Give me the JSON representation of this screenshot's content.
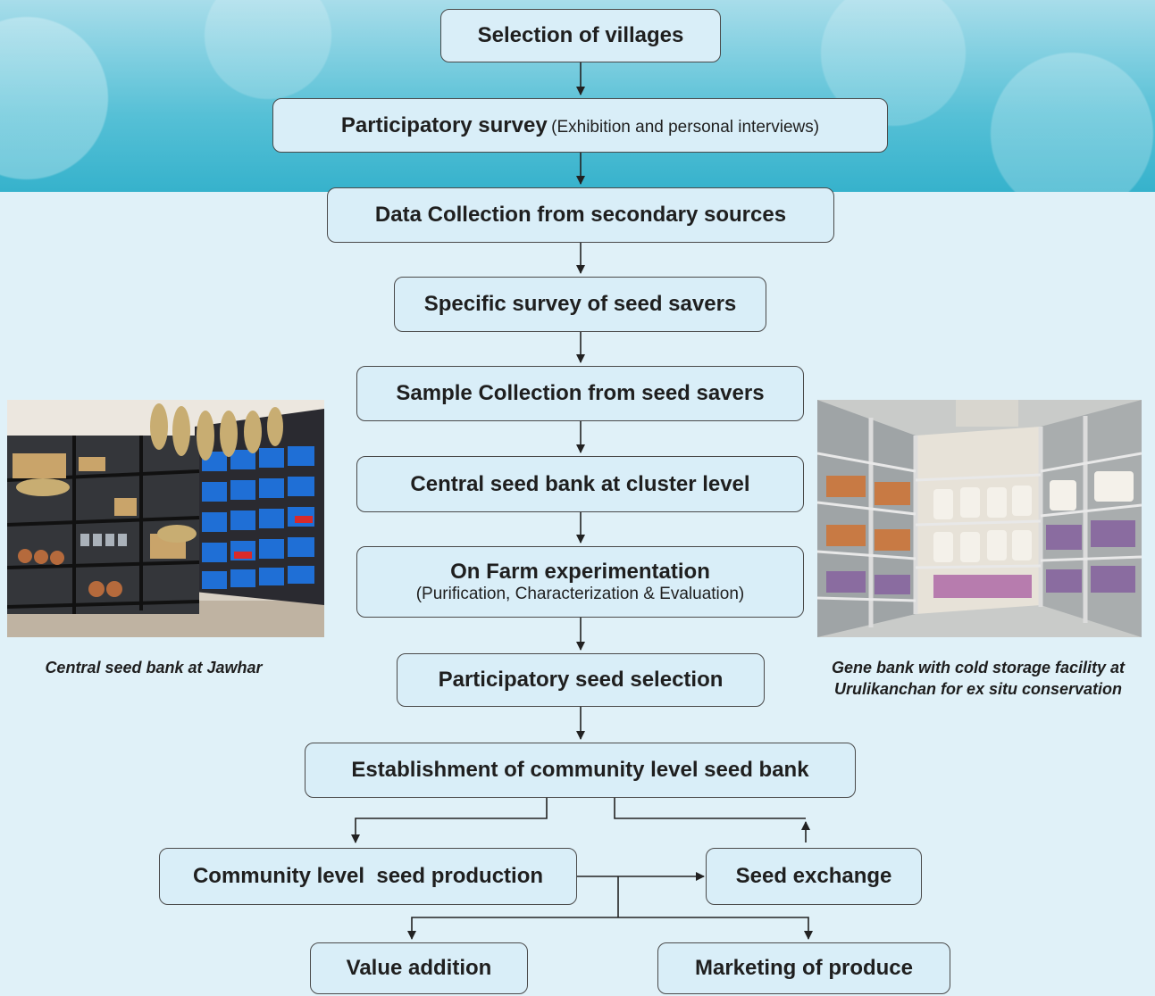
{
  "nodes": {
    "selection_of_villages": "Selection of villages",
    "participatory_survey": "Participatory survey",
    "participatory_survey_note": "(Exhibition and personal interviews)",
    "data_collection": "Data Collection from secondary sources",
    "specific_survey": "Specific survey of seed savers",
    "sample_collection": "Sample Collection from seed savers",
    "central_seed_bank": "Central seed bank at cluster level",
    "on_farm": "On Farm experimentation",
    "on_farm_note": "(Purification, Characterization & Evaluation)",
    "participatory_seed_selection": "Participatory seed selection",
    "establishment": "Establishment of community level seed bank",
    "community_seed_production": "Community level  seed production",
    "seed_exchange": "Seed exchange",
    "value_addition": "Value addition",
    "marketing": "Marketing of produce"
  },
  "captions": {
    "left": "Central seed bank at Jawhar",
    "right_line1": "Gene bank with cold storage facility at",
    "right_line2": "Urulikanchan for ex situ conservation"
  },
  "colors": {
    "node_fill": "#d9eef8",
    "node_border": "#4a4a4a",
    "background": "#e0f1f8",
    "header_band": "#36b2cc"
  }
}
